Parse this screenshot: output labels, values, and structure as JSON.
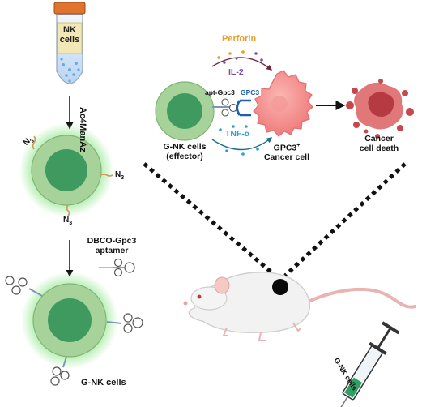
{
  "tube": {
    "label_line1": "NK",
    "label_line2": "cells"
  },
  "step1": {
    "reagent": "Ac4ManAz"
  },
  "azide": {
    "symbol": "N",
    "subscript": "3"
  },
  "step2": {
    "reagent_line1": "DBCO-Gpc3",
    "reagent_line2": "aptamer"
  },
  "left_cell": {
    "label": "G-NK cells"
  },
  "mechanism": {
    "perforin": "Perforin",
    "il2": "IL-2",
    "tnf": "TNF-α",
    "aptamer": "apt-Gpc3",
    "receptor": "GPC3",
    "effector_line1": "G-NK cells",
    "effector_line2": "(effector)",
    "cancer_line1_base": "GPC3",
    "cancer_line1_sup": "+",
    "cancer_line2": "Cancer cell",
    "death_line1": "Cancer",
    "death_line2": "cell death"
  },
  "syringe": {
    "label": "G-NK cells"
  },
  "colors": {
    "perforin": "#e8a02a",
    "il2": "#7b4ea3",
    "tnf": "#2e9fd6",
    "gpc3": "#1f5fa8",
    "cell_outer": "#a7d39a",
    "cell_inner": "#3f9a60",
    "glow": "#6fe06a",
    "cancer": "#f07f7f",
    "death": "#c6474c"
  }
}
